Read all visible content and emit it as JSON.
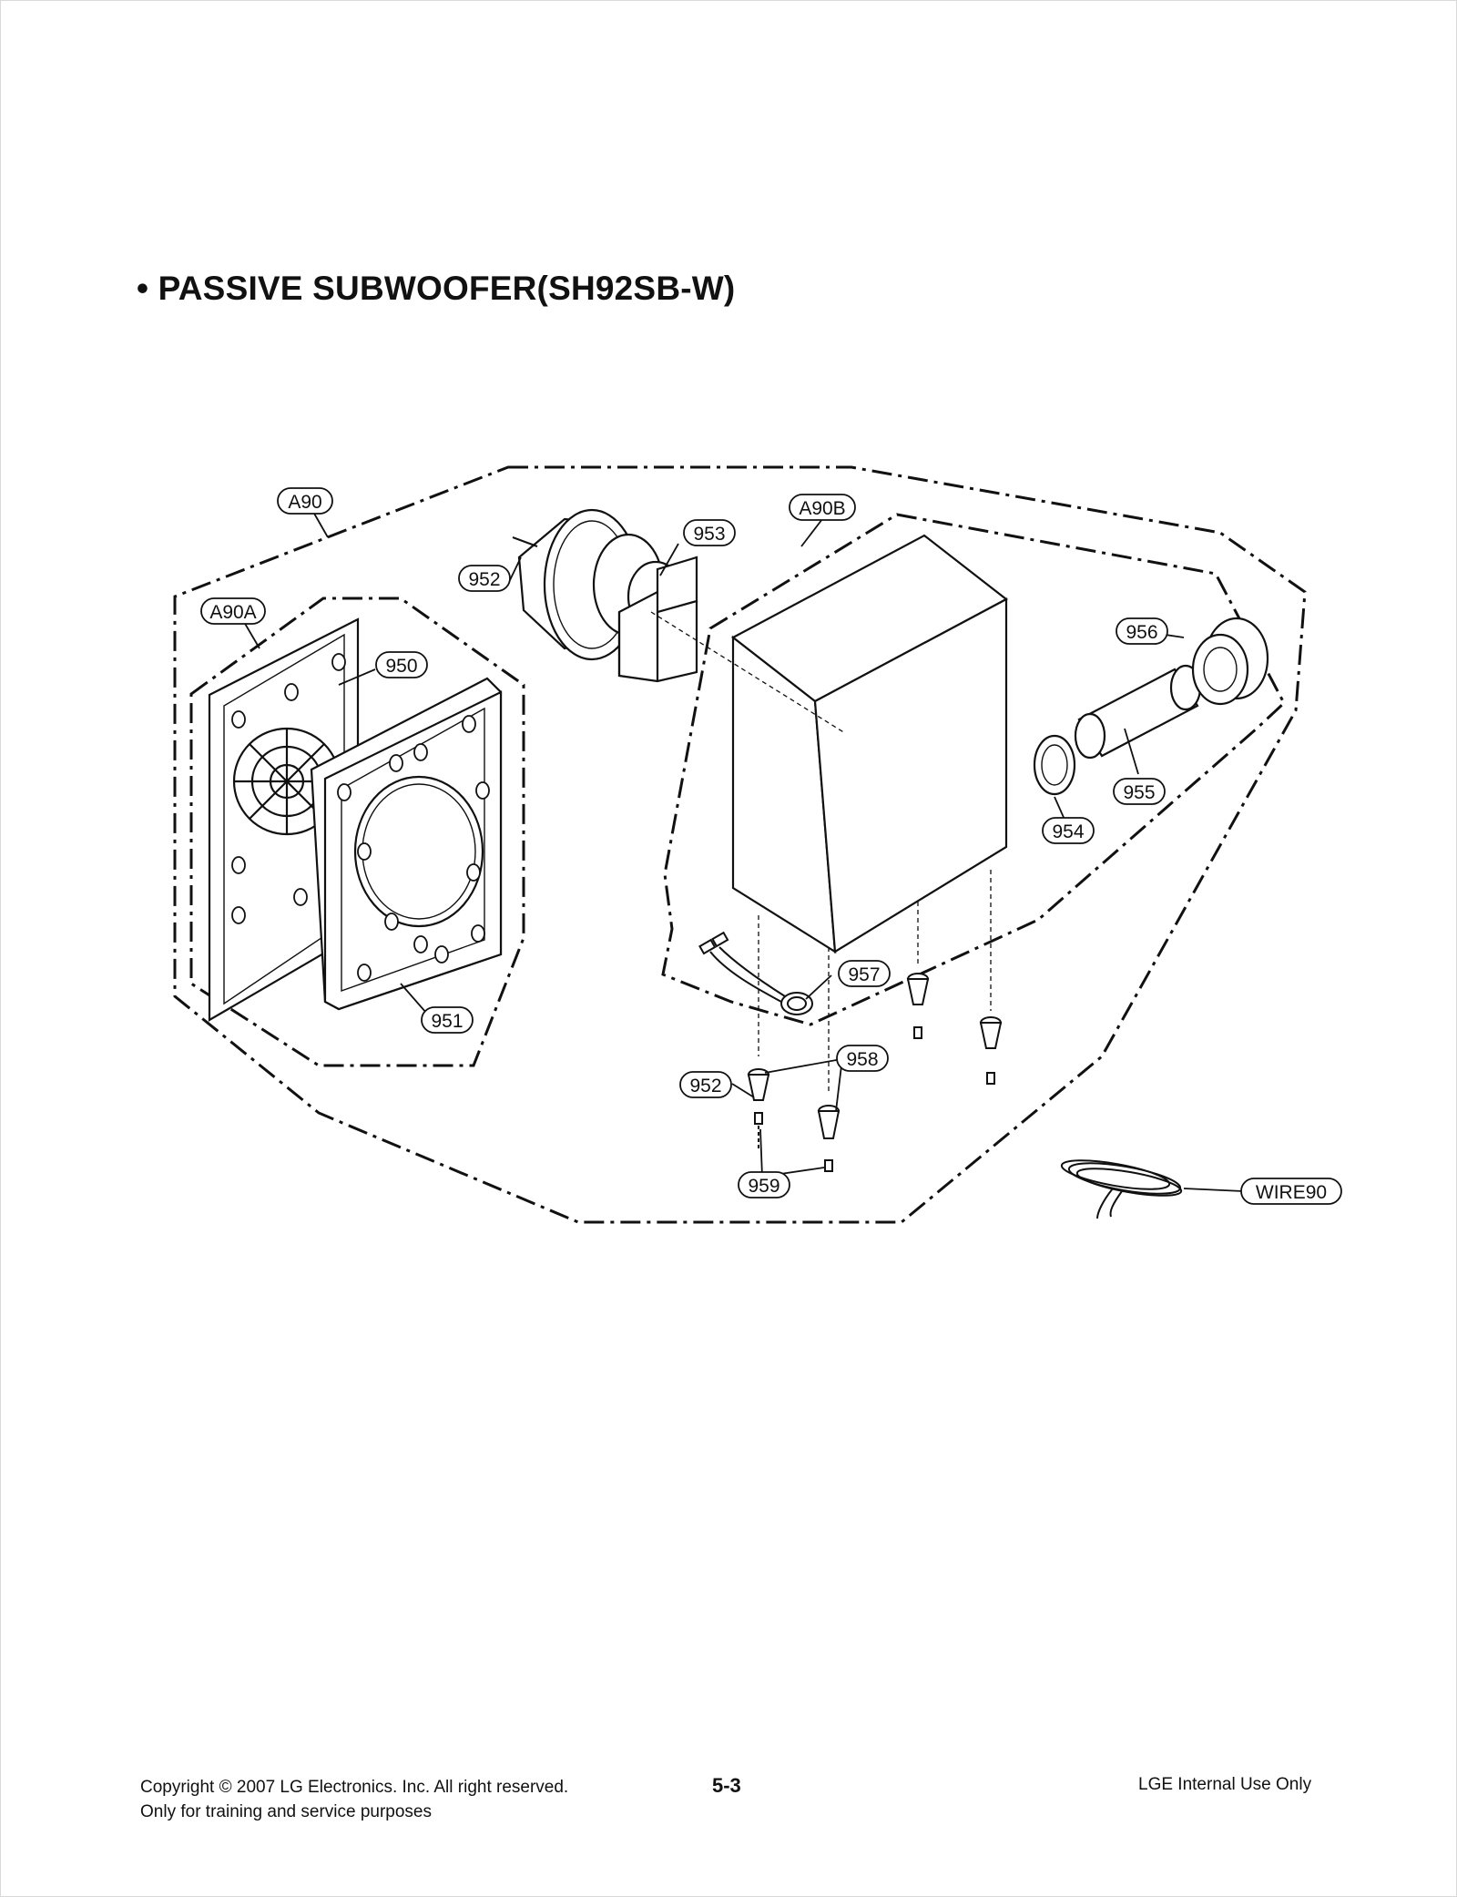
{
  "page": {
    "title": "• PASSIVE SUBWOOFER(SH92SB-W)",
    "footer": {
      "copyright": "Copyright © 2007 LG Electronics. Inc. All right reserved.",
      "purpose": "Only for training and service purposes",
      "page_number": "5-3",
      "internal": "LGE Internal Use Only"
    }
  },
  "callouts": {
    "a90": "A90",
    "a90a": "A90A",
    "a90b": "A90B",
    "p950": "950",
    "p951": "951",
    "p952_top": "952",
    "p953": "953",
    "p954": "954",
    "p955": "955",
    "p956": "956",
    "p957": "957",
    "p958": "958",
    "p952_bottom": "952",
    "p959": "959",
    "wire90": "WIRE90"
  }
}
